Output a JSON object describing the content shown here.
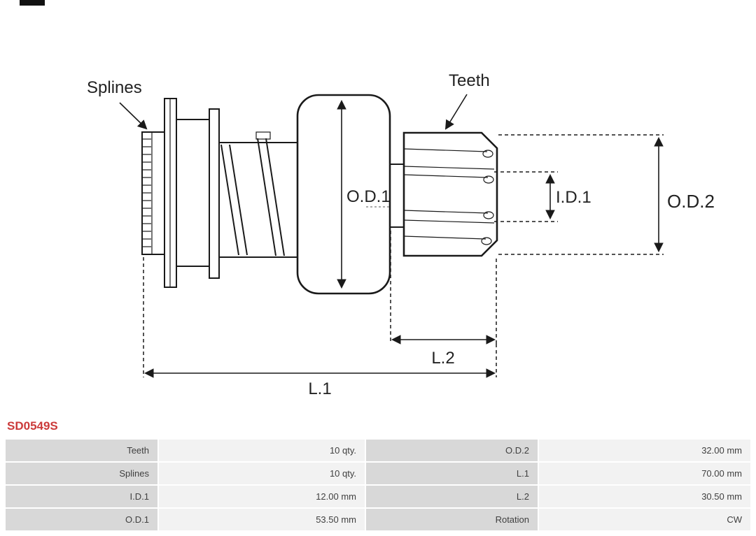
{
  "part_number": "SD0549S",
  "colors": {
    "part_number_red": "#cb3a3a",
    "table_label_bg": "#d8d8d8",
    "table_value_bg": "#f2f2f2",
    "drawing_line": "#1a1a1a"
  },
  "diagram": {
    "labels": {
      "splines": "Splines",
      "teeth": "Teeth",
      "od1": "O.D.1",
      "id1": "I.D.1",
      "od2": "O.D.2",
      "l2": "L.2",
      "l1": "L.1"
    }
  },
  "table": {
    "rows": [
      [
        "Teeth",
        "10 qty.",
        "O.D.2",
        "32.00 mm"
      ],
      [
        "Splines",
        "10 qty.",
        "L.1",
        "70.00 mm"
      ],
      [
        "I.D.1",
        "12.00 mm",
        "L.2",
        "30.50 mm"
      ],
      [
        "O.D.1",
        "53.50 mm",
        "Rotation",
        "CW"
      ]
    ]
  }
}
